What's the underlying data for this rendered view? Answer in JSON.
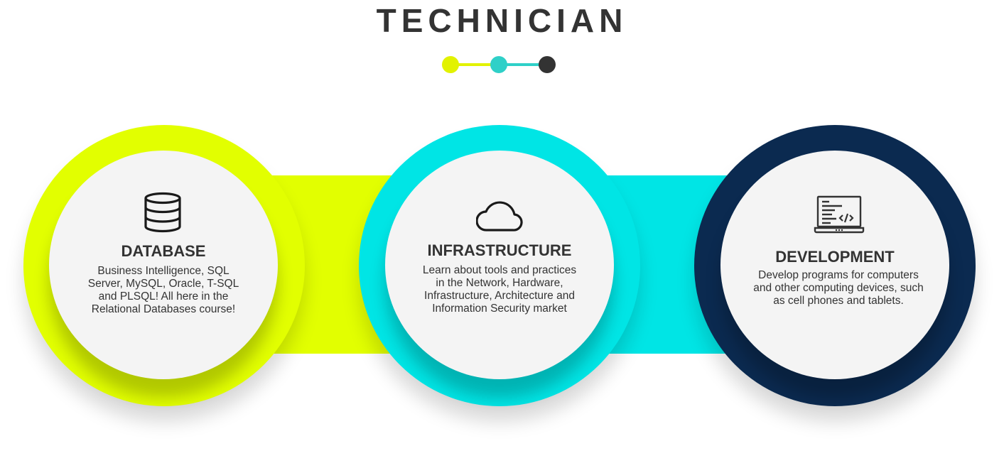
{
  "title": "TECHNICIAN",
  "colors": {
    "lime": "#e2ff00",
    "cyan": "#00e5e5",
    "navy": "#0b2a50",
    "text": "#333333"
  },
  "steps": [
    {
      "icon": "database-icon",
      "heading": "DATABASE",
      "description": "Business Intelligence, SQL Server, MySQL, Oracle, T-SQL and PLSQL! All here in the Relational Databases course!"
    },
    {
      "icon": "cloud-icon",
      "heading": "INFRASTRUCTURE",
      "description": "Learn about tools and practices in the Network, Hardware, Infrastructure, Architecture and Information Security market"
    },
    {
      "icon": "laptop-code-icon",
      "heading": "DEVELOPMENT",
      "description": "Develop programs for computers and other computing devices, such as cell phones and tablets."
    }
  ]
}
